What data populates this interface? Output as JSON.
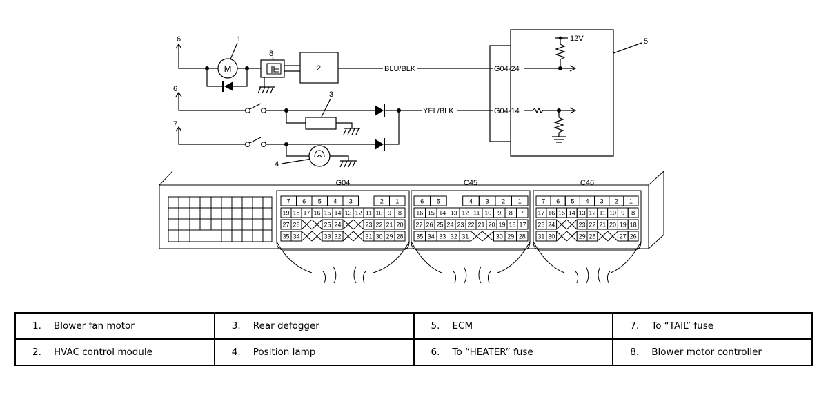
{
  "terminals": {
    "t1": "6",
    "t2": "6",
    "t3": "7",
    "motor": "M"
  },
  "callouts": {
    "c1": "1",
    "c2": "2",
    "c3": "3",
    "c4": "4",
    "c5": "5",
    "c8": "8"
  },
  "ecm": {
    "supply": "12V",
    "pin_a": "G04-24",
    "pin_b": "G04-14"
  },
  "wires": {
    "w1": "BLU/BLK",
    "w2": "YEL/BLK"
  },
  "connectors": {
    "g04": {
      "name": "G04",
      "row1": [
        "7",
        "6",
        "5",
        "4",
        "3",
        "",
        "2",
        "1"
      ],
      "row2": [
        "19",
        "18",
        "17",
        "16",
        "15",
        "14",
        "13",
        "12",
        "11",
        "10",
        "9",
        "8"
      ],
      "row3": [
        "27",
        "26",
        "",
        "",
        "25",
        "24",
        "",
        "",
        "23",
        "22",
        "21",
        "20"
      ],
      "row4": [
        "35",
        "34",
        "",
        "",
        "33",
        "32",
        "",
        "",
        "31",
        "30",
        "29",
        "28"
      ]
    },
    "c45": {
      "name": "C45",
      "row1": [
        "6",
        "5",
        "",
        "4",
        "3",
        "2",
        "1"
      ],
      "row2": [
        "16",
        "15",
        "14",
        "13",
        "12",
        "11",
        "10",
        "9",
        "8",
        "7"
      ],
      "row3": [
        "27",
        "26",
        "25",
        "24",
        "23",
        "22",
        "21",
        "20",
        "19",
        "18",
        "17"
      ],
      "row4": [
        "35",
        "34",
        "33",
        "32",
        "31",
        "",
        "",
        "30",
        "29",
        "28"
      ]
    },
    "c46": {
      "name": "C46",
      "row1": [
        "7",
        "6",
        "5",
        "4",
        "3",
        "2",
        "1"
      ],
      "row2": [
        "17",
        "16",
        "15",
        "14",
        "13",
        "12",
        "11",
        "10",
        "9",
        "8"
      ],
      "row3": [
        "25",
        "24",
        "",
        "",
        "23",
        "22",
        "21",
        "20",
        "19",
        "18"
      ],
      "row4": [
        "31",
        "30",
        "",
        "",
        "29",
        "28",
        "",
        "",
        "27",
        "26"
      ]
    }
  },
  "legend": [
    [
      {
        "n": "1.",
        "t": "Blower fan motor"
      },
      {
        "n": "3.",
        "t": "Rear defogger"
      },
      {
        "n": "5.",
        "t": "ECM"
      },
      {
        "n": "7.",
        "t": "To “TAIL” fuse"
      }
    ],
    [
      {
        "n": "2.",
        "t": "HVAC control module"
      },
      {
        "n": "4.",
        "t": "Position lamp"
      },
      {
        "n": "6.",
        "t": "To “HEATER” fuse"
      },
      {
        "n": "8.",
        "t": "Blower motor controller"
      }
    ]
  ]
}
